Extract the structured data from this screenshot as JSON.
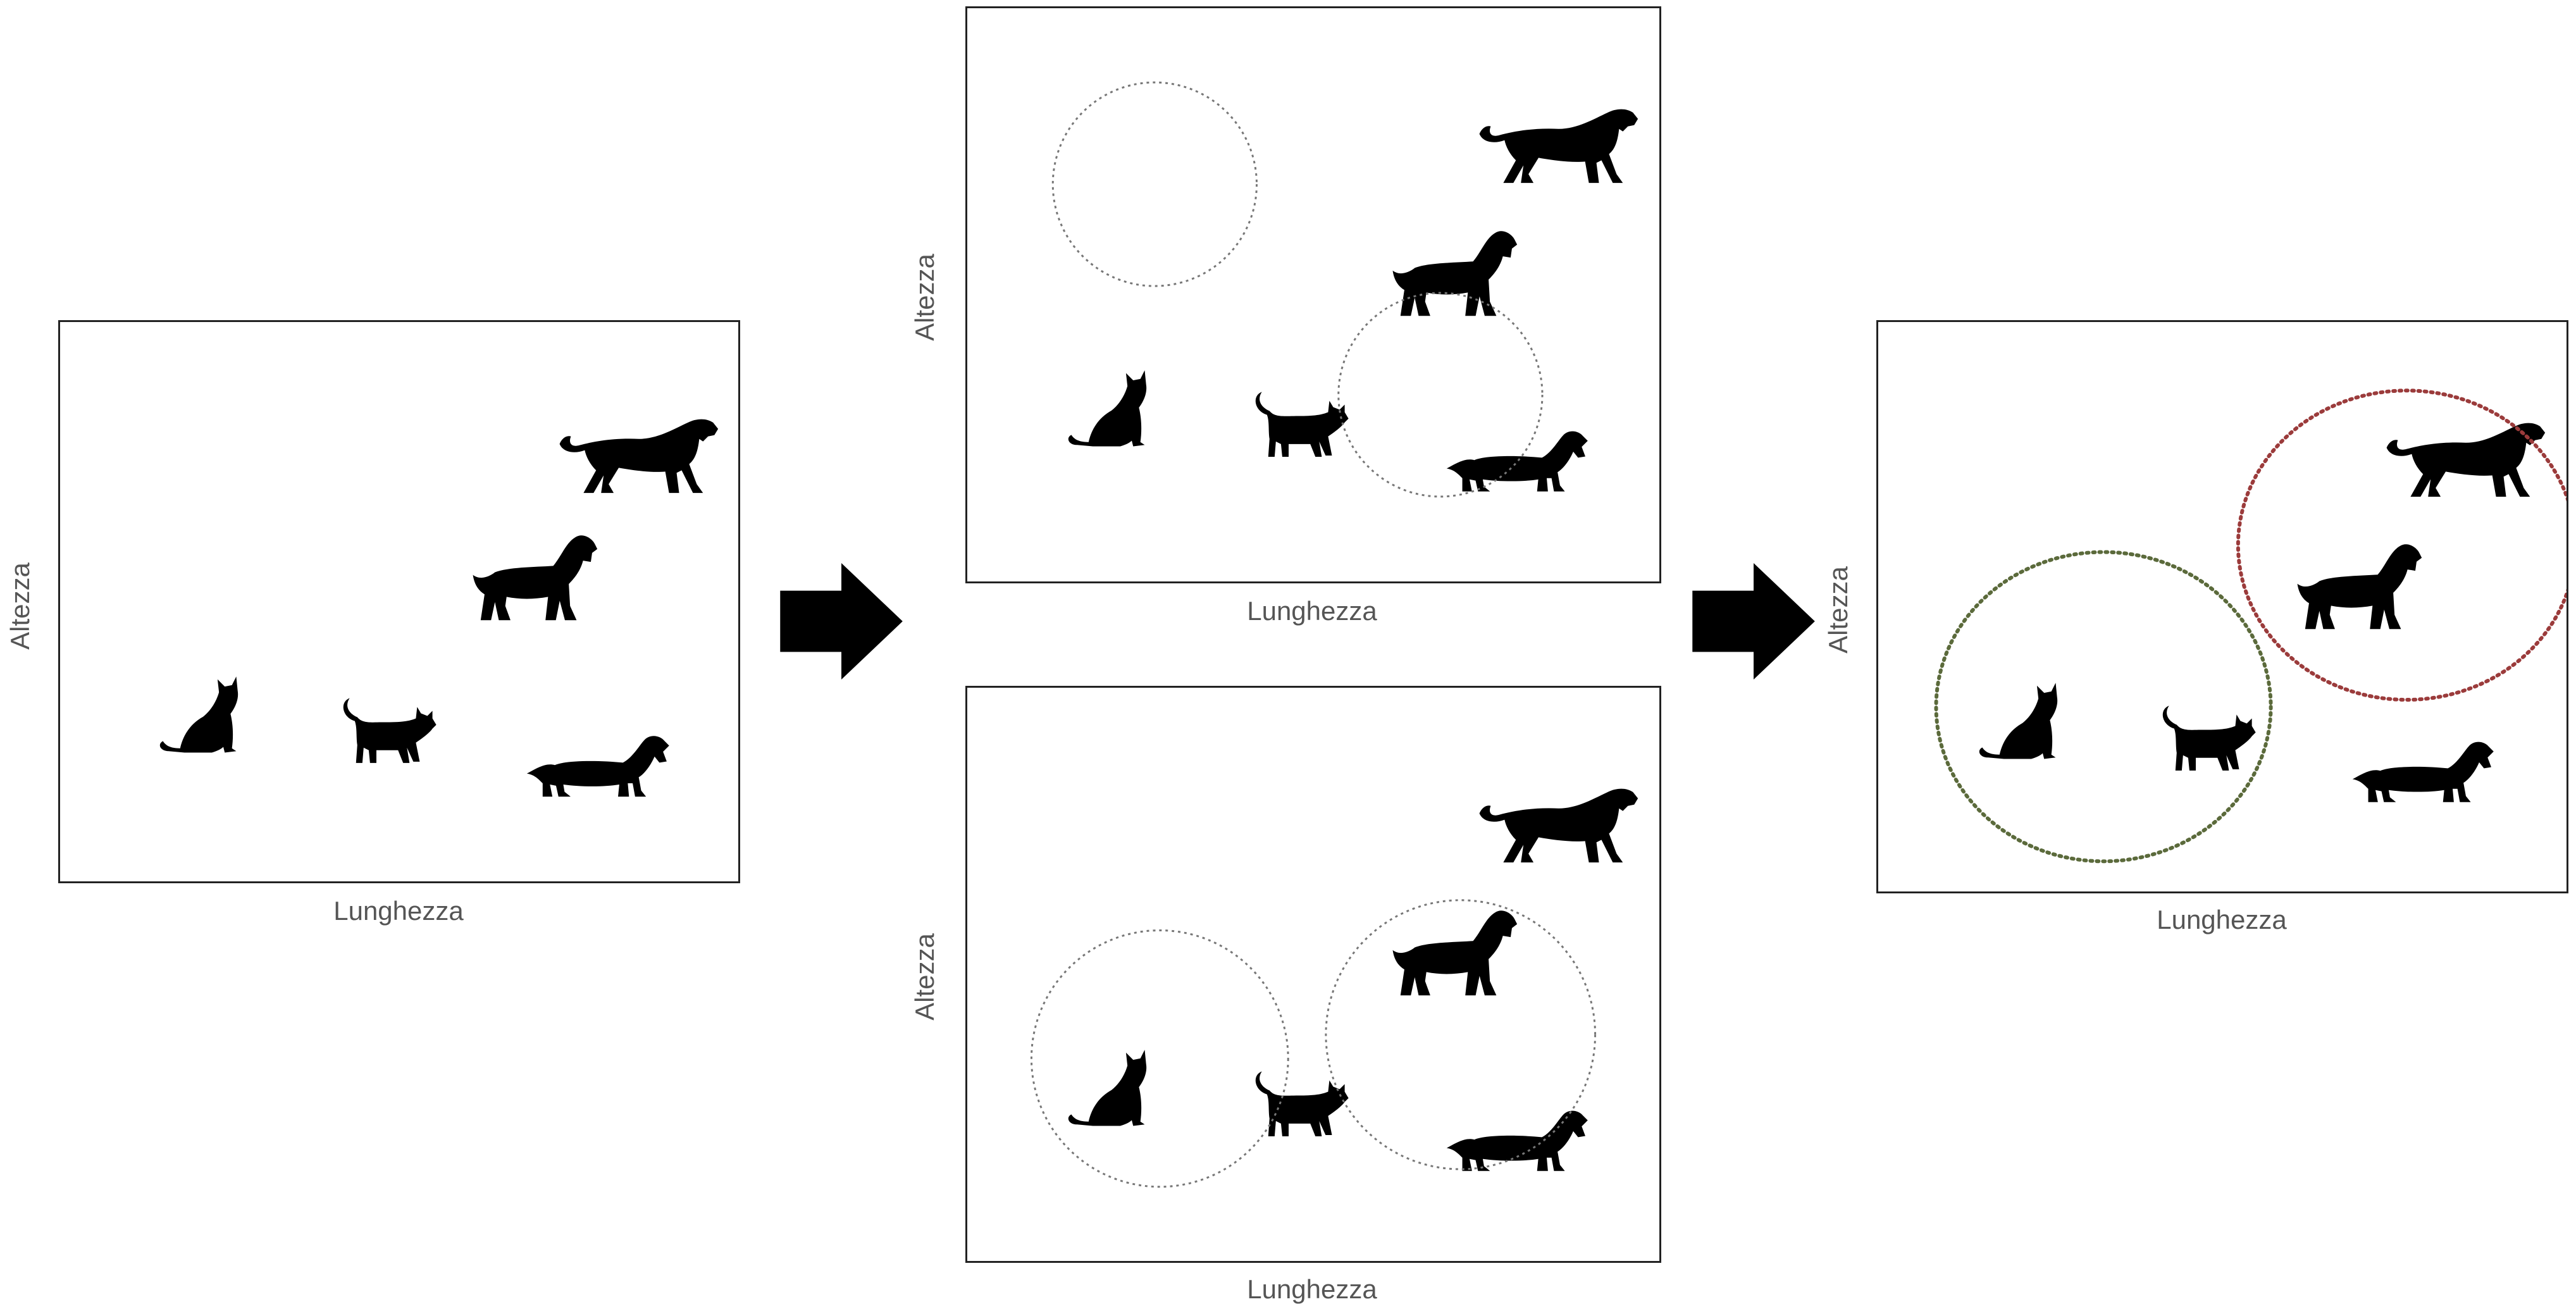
{
  "labels": {
    "x_axis": "Lunghezza",
    "y_axis": "Altezza"
  },
  "colors": {
    "silhouette": "#000000",
    "circle_plain": "#777777",
    "cluster_green": "#5b6a3b",
    "cluster_red": "#9b3b3b",
    "frame": "#222222",
    "label": "#555555"
  },
  "panels": [
    {
      "name": "initial-data",
      "circles": []
    },
    {
      "name": "iteration-1",
      "circles": [
        "plain",
        "plain"
      ]
    },
    {
      "name": "iteration-2",
      "circles": [
        "plain",
        "plain"
      ]
    },
    {
      "name": "final-clusters",
      "circles": [
        "green",
        "red"
      ]
    }
  ],
  "animals": [
    "cat-sitting",
    "cat-standing",
    "dachshund",
    "dog-medium",
    "dog-large"
  ]
}
